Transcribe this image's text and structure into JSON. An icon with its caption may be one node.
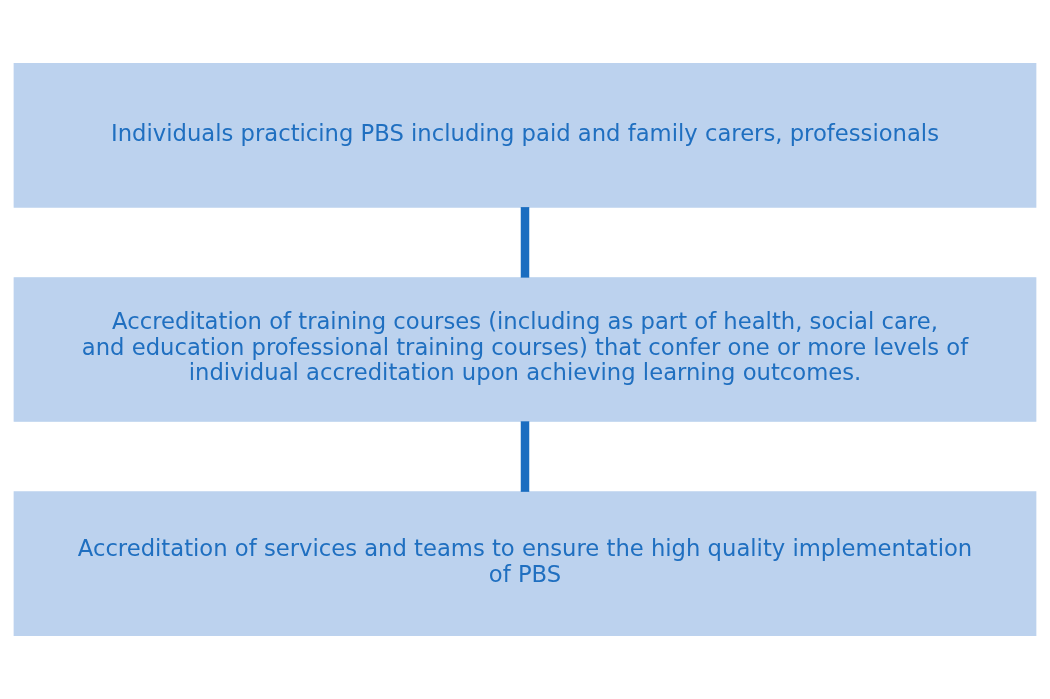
{
  "diagram": {
    "nodes": [
      {
        "text": [
          "Individuals practicing PBS including paid and family carers, professionals"
        ]
      },
      {
        "text": [
          "Accreditation of training courses (including as part of health, social care, and education professional training courses) that confer one or more levels of individual accreditation upon achieving learning outcomes."
        ]
      },
      {
        "text": [
          "Accreditation of services and teams to ensure the high quality implementation of PBS"
        ]
      }
    ],
    "edges": [
      {
        "from": 0,
        "to": 1,
        "arrow": "none"
      },
      {
        "from": 1,
        "to": 2,
        "arrow": "none"
      }
    ]
  }
}
